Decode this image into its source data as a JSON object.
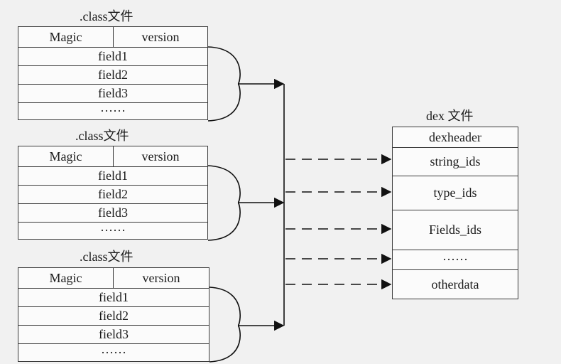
{
  "class_files": [
    {
      "title": ".class文件",
      "header": [
        "Magic",
        "version"
      ],
      "rows": [
        "field1",
        "field2",
        "field3",
        "······"
      ]
    },
    {
      "title": ".class文件",
      "header": [
        "Magic",
        "version"
      ],
      "rows": [
        "field1",
        "field2",
        "field3",
        "······"
      ]
    },
    {
      "title": ".class文件",
      "header": [
        "Magic",
        "version"
      ],
      "rows": [
        "field1",
        "field2",
        "field3",
        "······"
      ]
    }
  ],
  "dex_file": {
    "title": "dex 文件",
    "rows": [
      "dexheader",
      "string_ids",
      "type_ids",
      "Fields_ids",
      "······",
      "otherdata"
    ]
  },
  "colors": {
    "line": "#111111",
    "box_border": "#3a3a3a",
    "background": "#f1f1f1"
  }
}
